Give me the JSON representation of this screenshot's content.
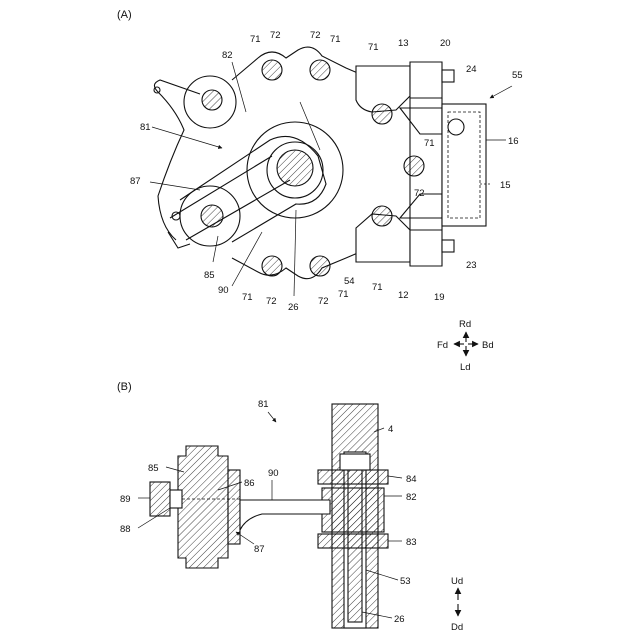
{
  "panels": {
    "a": "(A)",
    "b": "(B)"
  },
  "panel_a": {
    "labels": {
      "n71_tl1": "71",
      "n72_tl1": "72",
      "n72_tl2": "72",
      "n71_tl2": "71",
      "n82": "82",
      "n71_r1": "71",
      "n13": "13",
      "n20": "20",
      "n24": "24",
      "n55": "55",
      "n81": "81",
      "n16": "16",
      "n71_r2": "71",
      "n87": "87",
      "n72_r": "72",
      "n15": "15",
      "n85": "85",
      "n54": "54",
      "n23": "23",
      "n90": "90",
      "n71_b1": "71",
      "n72_b1": "72",
      "n26": "26",
      "n72_b2": "72",
      "n71_b2": "71",
      "n71_b3": "71",
      "n12": "12",
      "n19": "19"
    },
    "compass": {
      "up": "Rd",
      "left": "Fd",
      "right": "Bd",
      "down": "Ld"
    }
  },
  "panel_b": {
    "labels": {
      "n81": "81",
      "n4": "4",
      "n85": "85",
      "n86": "86",
      "n90": "90",
      "n84": "84",
      "n89": "89",
      "n82": "82",
      "n88": "88",
      "n83": "83",
      "n87": "87",
      "n53": "53",
      "n26": "26"
    },
    "compass": {
      "up": "Ud",
      "down": "Dd"
    }
  }
}
